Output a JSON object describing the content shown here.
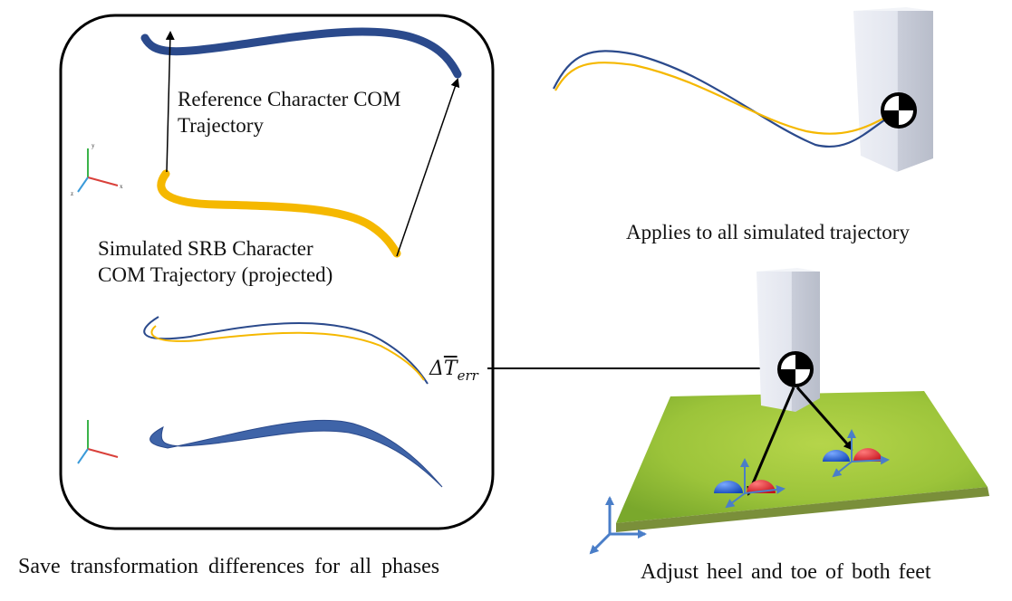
{
  "labels": {
    "reference": "Reference Character COM",
    "reference_2": "Trajectory",
    "simulated": "Simulated SRB Character",
    "simulated_2": "COM Trajectory (projected)",
    "applies": "Applies to all simulated trajectory",
    "save": "Save transformation differences for all phases",
    "adjust": "Adjust heel and toe of both feet",
    "delta_prefix": "Δ",
    "delta_T": "T",
    "delta_sub": "err"
  },
  "axis_labels": {
    "y": "y",
    "z": "z",
    "x": "x"
  },
  "colors": {
    "reference_curve": "#2b4a8c",
    "simulated_curve": "#f5b800",
    "panel_border": "#000000",
    "pillar": "#d9dce6",
    "ground": "#9cc43a",
    "foot_blue": "#1f5fcf",
    "foot_red": "#e0202a",
    "axis_arrow": "#4a7ec8"
  }
}
